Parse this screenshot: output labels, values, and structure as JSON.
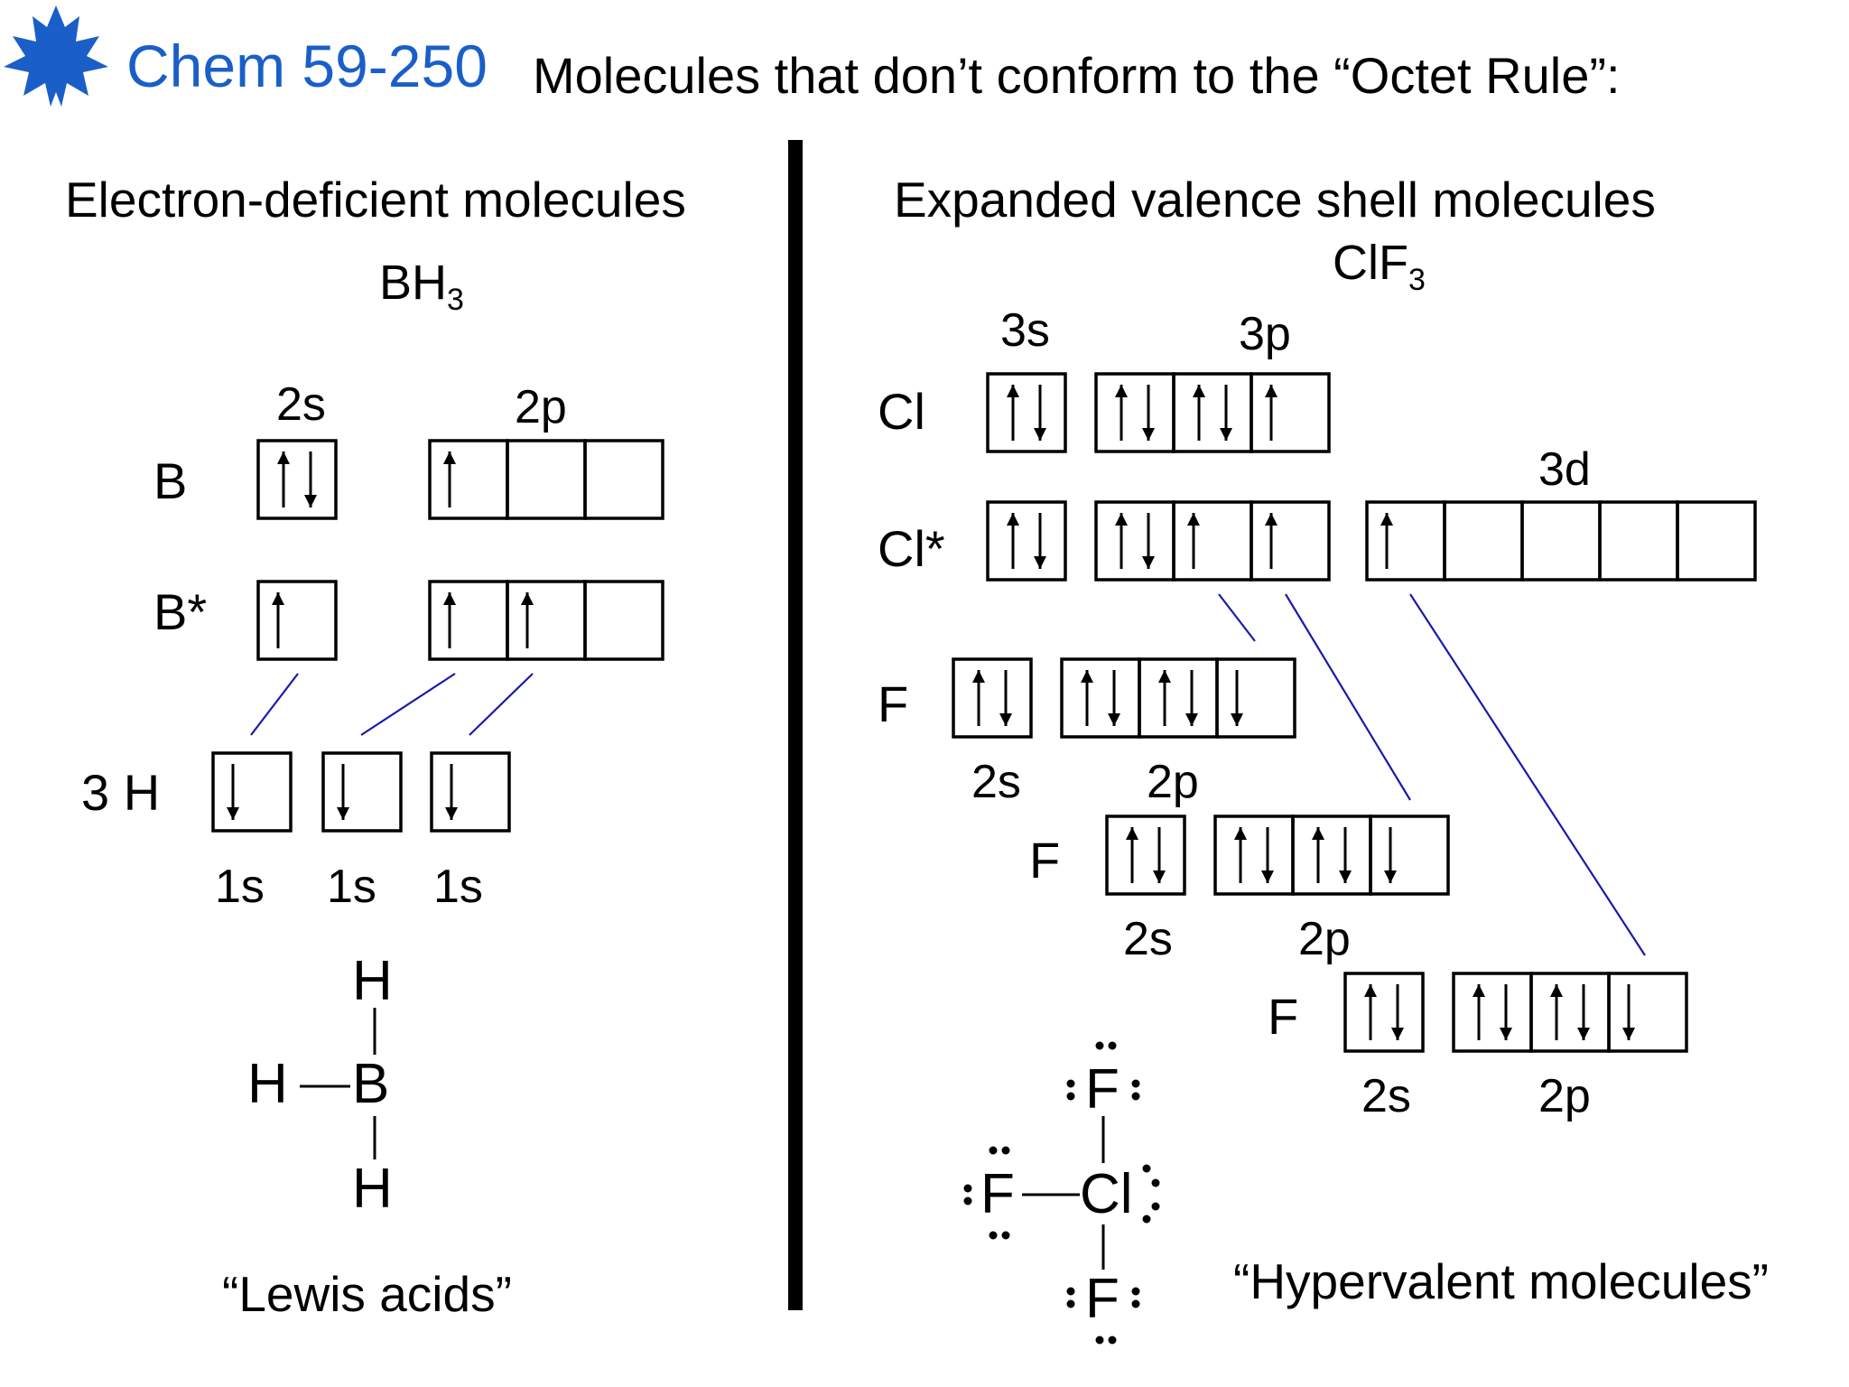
{
  "header": {
    "course": "Chem 59-250",
    "title": "Molecules that don’t conform to the “Octet Rule”:"
  },
  "colors": {
    "brand": "#1a5fc8",
    "connector": "#1a1aaa"
  },
  "icons": {
    "logo": "maple-leaf-icon"
  },
  "left": {
    "heading": "Electron-deficient molecules",
    "formula": {
      "main": "BH",
      "sub": "3"
    },
    "orbital_labels": {
      "s": "2s",
      "p": "2p"
    },
    "rows": [
      {
        "label": "B",
        "s": [
          "ud"
        ],
        "p": [
          "u",
          "",
          ""
        ]
      },
      {
        "label": "B*",
        "s": [
          "u"
        ],
        "p": [
          "u",
          "u",
          ""
        ]
      }
    ],
    "h_row": {
      "label": "3 H",
      "boxes": [
        "d",
        "d",
        "d"
      ],
      "sublabels": [
        "1s",
        "1s",
        "1s"
      ]
    },
    "lewis": {
      "center": "B",
      "top": "H",
      "left": "H",
      "bottom": "H"
    },
    "caption": "“Lewis acids”"
  },
  "right": {
    "heading": "Expanded valence shell molecules",
    "formula": {
      "main": "ClF",
      "sub": "3"
    },
    "orbital_labels": {
      "s": "3s",
      "p": "3p",
      "d": "3d"
    },
    "cl_rows": [
      {
        "label": "Cl",
        "s": [
          "ud"
        ],
        "p": [
          "ud",
          "ud",
          "u"
        ]
      },
      {
        "label": "Cl*",
        "s": [
          "ud"
        ],
        "p": [
          "ud",
          "u",
          "u"
        ],
        "d": [
          "u",
          "",
          "",
          "",
          ""
        ]
      }
    ],
    "f_rows": [
      {
        "label": "F",
        "s": [
          "ud"
        ],
        "p": [
          "ud",
          "ud",
          "d"
        ],
        "s_label": "2s",
        "p_label": "2p"
      },
      {
        "label": "F",
        "s": [
          "ud"
        ],
        "p": [
          "ud",
          "ud",
          "d"
        ],
        "s_label": "2s",
        "p_label": "2p"
      },
      {
        "label": "F",
        "s": [
          "ud"
        ],
        "p": [
          "ud",
          "ud",
          "d"
        ],
        "s_label": "2s",
        "p_label": "2p"
      }
    ],
    "lewis": {
      "center": "Cl",
      "top": "F",
      "left": "F",
      "bottom": "F"
    },
    "caption": "“Hypervalent molecules”"
  }
}
